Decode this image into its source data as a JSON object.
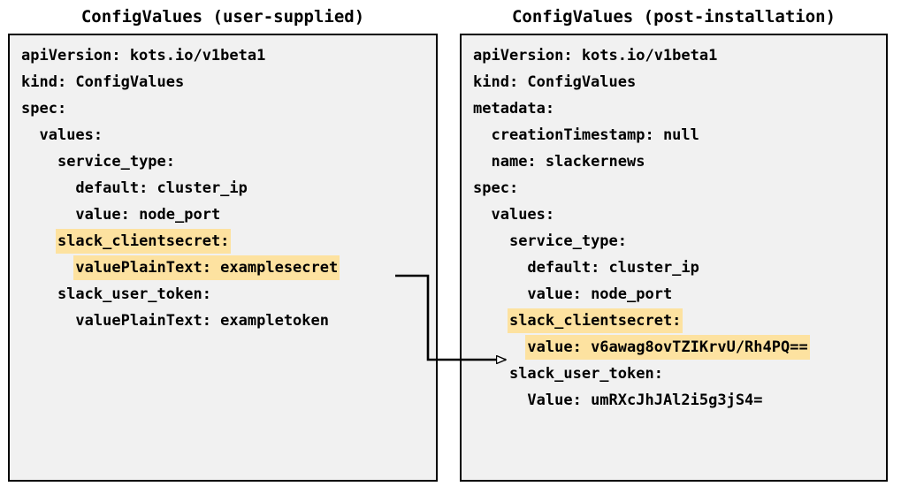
{
  "panels": [
    {
      "id": "user-supplied",
      "title": "ConfigValues (user-supplied)",
      "lines": [
        {
          "text": "apiVersion: kots.io/v1beta1",
          "highlight": false
        },
        {
          "text": "kind: ConfigValues",
          "highlight": false
        },
        {
          "text": "spec:",
          "highlight": false
        },
        {
          "text": "  values:",
          "highlight": false
        },
        {
          "text": "    service_type:",
          "highlight": false
        },
        {
          "text": "      default: cluster_ip",
          "highlight": false
        },
        {
          "text": "      value: node_port",
          "highlight": false
        },
        {
          "text": "    slack_clientsecret:",
          "highlight": true
        },
        {
          "text": "      valuePlainText: examplesecret",
          "highlight": true
        },
        {
          "text": "    slack_user_token:",
          "highlight": false
        },
        {
          "text": "      valuePlainText: exampletoken",
          "highlight": false
        }
      ]
    },
    {
      "id": "post-installation",
      "title": "ConfigValues (post-installation)",
      "lines": [
        {
          "text": "apiVersion: kots.io/v1beta1",
          "highlight": false
        },
        {
          "text": "kind: ConfigValues",
          "highlight": false
        },
        {
          "text": "metadata:",
          "highlight": false
        },
        {
          "text": "  creationTimestamp: null",
          "highlight": false
        },
        {
          "text": "  name: slackernews",
          "highlight": false
        },
        {
          "text": "spec:",
          "highlight": false
        },
        {
          "text": "  values:",
          "highlight": false
        },
        {
          "text": "    service_type:",
          "highlight": false
        },
        {
          "text": "      default: cluster_ip",
          "highlight": false
        },
        {
          "text": "      value: node_port",
          "highlight": false
        },
        {
          "text": "    slack_clientsecret:",
          "highlight": true
        },
        {
          "text": "      value: v6awag8ovTZIKrvU/Rh4PQ==",
          "highlight": true
        },
        {
          "text": "    slack_user_token:",
          "highlight": false
        },
        {
          "text": "      Value: umRXcJhJAl2i5g3jS4=",
          "highlight": false
        }
      ]
    }
  ],
  "connector": {
    "name": "encryption-flow-arrow",
    "from_label": "valuePlainText: examplesecret",
    "to_label": "value: v6awag8ovTZIKrvU/Rh4PQ=="
  },
  "colors": {
    "highlight": "#fde2a0",
    "box_fill": "#f1f1f1",
    "box_border": "#000000",
    "text": "#000000",
    "background": "#ffffff"
  }
}
